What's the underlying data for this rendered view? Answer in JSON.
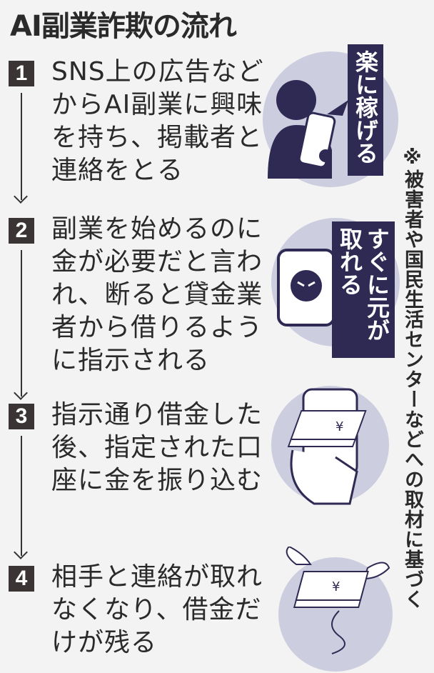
{
  "title": "AI副業詐欺の流れ",
  "steps": [
    {
      "number": "1",
      "text": "SNS上の広告などからAI副業に興味を持ち、掲載者と連絡をとる"
    },
    {
      "number": "2",
      "text": "副業を始めるのに金が必要だと言われ、断ると貸金業者から借りるように指示される"
    },
    {
      "number": "3",
      "text": "指示通り借金した後、指定された口座に金を振り込む"
    },
    {
      "number": "4",
      "text": "相手と連絡が取れなくなり、借金だけが残る"
    }
  ],
  "bubbles": {
    "step1": "楽に稼げる",
    "step2": "すぐに元が取れる"
  },
  "money_symbol": "¥",
  "note": "※被害者や国民生活センターなどへの取材に基づく",
  "colors": {
    "navy": "#2e2a54",
    "circle": "#cdcde0",
    "number_box": "#3a3434"
  }
}
